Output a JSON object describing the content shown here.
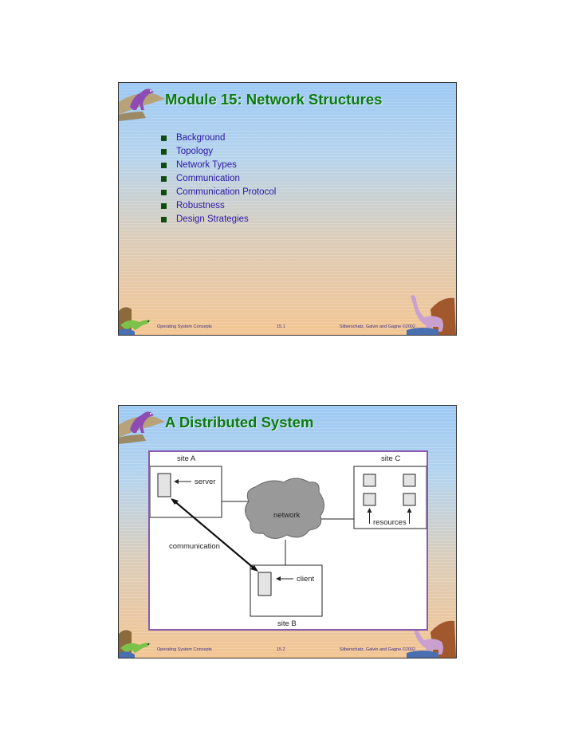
{
  "slides": [
    {
      "title": "Module 15:  Network Structures",
      "bullets": [
        "Background",
        "Topology",
        "Network Types",
        "Communication",
        "Communication Protocol",
        "Robustness",
        "Design Strategies"
      ],
      "footer": {
        "left": "Operating System Concepts",
        "center": "15.1",
        "right": "Silberschatz, Galvin and  Gagne ©2002"
      }
    },
    {
      "title": "A Distributed System",
      "footer": {
        "left": "Operating System Concepts",
        "center": "15.2",
        "right": "Silberschatz, Galvin and  Gagne ©2002"
      },
      "diagram": {
        "site_a": "site A",
        "site_b": "site B",
        "site_c": "site C",
        "server": "server",
        "client": "client",
        "network": "network",
        "resources": "resources",
        "communication": "communication"
      }
    }
  ],
  "colors": {
    "title": "#0d7a10",
    "bullet_text": "#2a17a8",
    "bullet_mark": "#0f4d0f",
    "frame": "#8a5ab0"
  }
}
